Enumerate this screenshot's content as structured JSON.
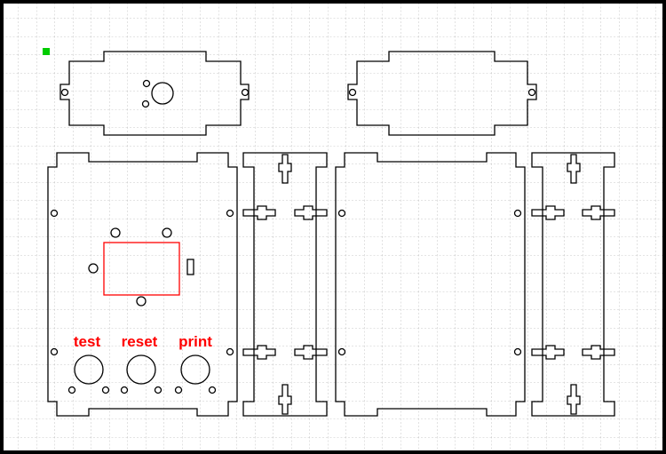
{
  "canvas": {
    "background": "#ffffff",
    "frame_color": "#000000",
    "grid_color": "#b8b8b8",
    "outline_color": "#000000",
    "highlight_color": "#ff0000",
    "marker_color": "#00cc00"
  },
  "buttons": {
    "test_label": "test",
    "reset_label": "reset",
    "print_label": "print"
  }
}
